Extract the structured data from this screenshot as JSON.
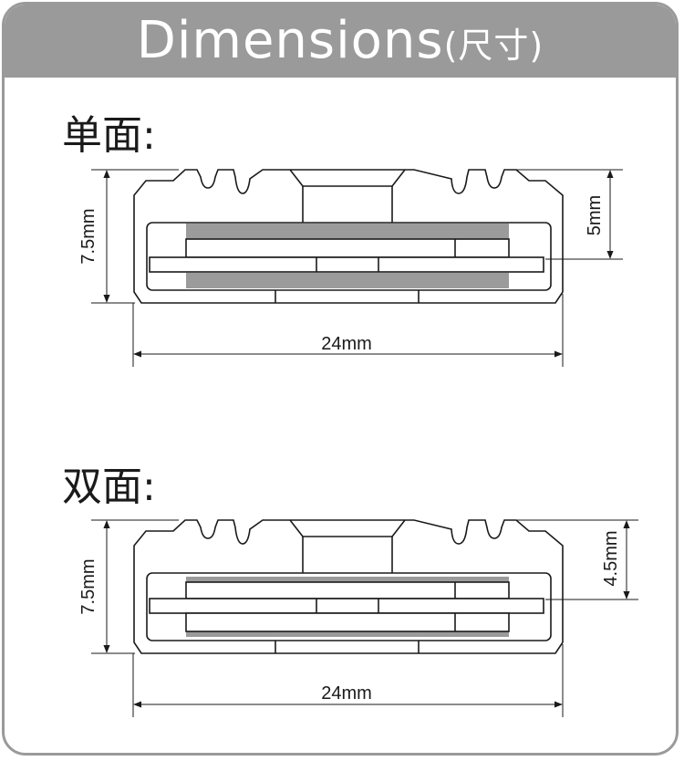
{
  "title": {
    "main": "Dimensions",
    "sub": "(尺寸)"
  },
  "sections": [
    {
      "label": "单面:",
      "dims": {
        "height": "7.5mm",
        "width": "24mm",
        "inner": "5mm"
      }
    },
    {
      "label": "双面:",
      "dims": {
        "height": "7.5mm",
        "width": "24mm",
        "inner": "4.5mm"
      }
    }
  ]
}
